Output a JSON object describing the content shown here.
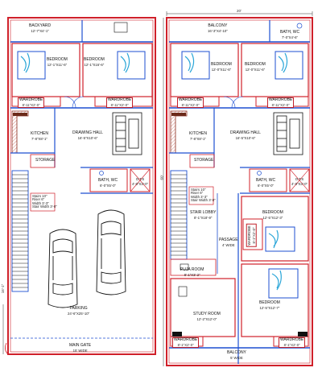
{
  "left_plan": {
    "rooms": {
      "backyard": {
        "name": "BACKYARD",
        "size": "12'-7\"X4'-1\""
      },
      "bedroom_a": {
        "name": "BEDROOM",
        "size": "12'-1\"X11'-6\""
      },
      "bedroom_b": {
        "name": "BEDROOM",
        "size": "12'-1\"X16'-6\""
      },
      "wardrobe_a": {
        "name": "WARDROBE",
        "size": "8'-11\"X2'-0\""
      },
      "wardrobe_b": {
        "name": "WARDROBE",
        "size": "8'-11\"X2'-0\""
      },
      "kitchen": {
        "name": "KITCHEN",
        "size": "7'-8\"X8'-1\""
      },
      "drawing_hall": {
        "name": "DRAWING HALL",
        "size": "16'-5\"X10'-6\""
      },
      "storage": {
        "name": "STORAGE"
      },
      "bath_wc": {
        "name": "BATH, WC",
        "size": "6'-0\"X5'-0\""
      },
      "ots": {
        "name": "O.T.S",
        "size": "4'-0\"X3'-0\""
      },
      "parking": {
        "name": "PARKING",
        "size": "24'-6\"X25'-10\""
      },
      "main_gate": {
        "name": "MAIN GATE",
        "size": "15' WIDE"
      }
    },
    "stair_text": [
      "Stairs 10\"",
      "Riser 6\"",
      "Width 3'-3\"",
      "Stair Width 3'-0\""
    ],
    "side_dim": "16'-1\""
  },
  "right_plan": {
    "top_dim": "20'",
    "side_dim": "60'",
    "rooms": {
      "balcony_top": {
        "name": "BALCONY",
        "size": "16'-3\"X4'-10\""
      },
      "bath_top": {
        "name": "BATH, WC",
        "size": "7'-0\"X4'-6\""
      },
      "bedroom_a": {
        "name": "BEDROOM",
        "size": "12'-0\"X11'-6\""
      },
      "bedroom_b": {
        "name": "BEDROOM",
        "size": "12'-0\"X11'-6\""
      },
      "wardrobe_a": {
        "name": "WARDROBE",
        "size": "8'-11\"X2'-0\""
      },
      "wardrobe_b": {
        "name": "WARDROBE",
        "size": "8'-11\"X2'-0\""
      },
      "kitchen": {
        "name": "KITCHEN",
        "size": "7'-8\"X8'-1\""
      },
      "drawing_hall": {
        "name": "DRAWING HALL",
        "size": "16'-5\"X10'-6\""
      },
      "storage": {
        "name": "STORAGE"
      },
      "bath_mid": {
        "name": "BATH, WC",
        "size": "6'-0\"X5'-0\""
      },
      "ots": {
        "name": "O.T.S",
        "size": "4'-0\"X3'-0\""
      },
      "stair_lobby": {
        "name": "STAIR LOBBY",
        "size": "8'-1\"X18'-9\""
      },
      "passage": {
        "name": "PASSAGE",
        "size": "4' WIDE"
      },
      "bedroom_c": {
        "name": "BEDROOM",
        "size": "12'-5\"X12'-3\""
      },
      "wardrobe_c": {
        "name": "WARDROBE",
        "size": "8'-1\"X2'-0\""
      },
      "puja_room": {
        "name": "PUJA ROOM",
        "size": "8'-1\"X3'-2\""
      },
      "bedroom_d": {
        "name": "BEDROOM",
        "size": "12'-5\"X12'-7\""
      },
      "study_room": {
        "name": "STUDY ROOM",
        "size": "12'-2\"X12'-0\""
      },
      "wardrobe_d": {
        "name": "WARDROBE",
        "size": "8'-1\"X2'-0\""
      },
      "wardrobe_e": {
        "name": "WARDROBE",
        "size": "8'-1\"X2'-0\""
      },
      "balcony_bottom": {
        "name": "BALCONY",
        "size": "5' WIDE"
      }
    },
    "stair_text": [
      "Stairs 10\"",
      "Riser 6\"",
      "Width 3'-3\"",
      "Stair Width 3'-0\""
    ]
  },
  "colors": {
    "wall_outer": "#d0202a",
    "wall_inner": "#1d4fd1",
    "furniture": "#111111",
    "glass": "#2aa6d8"
  }
}
